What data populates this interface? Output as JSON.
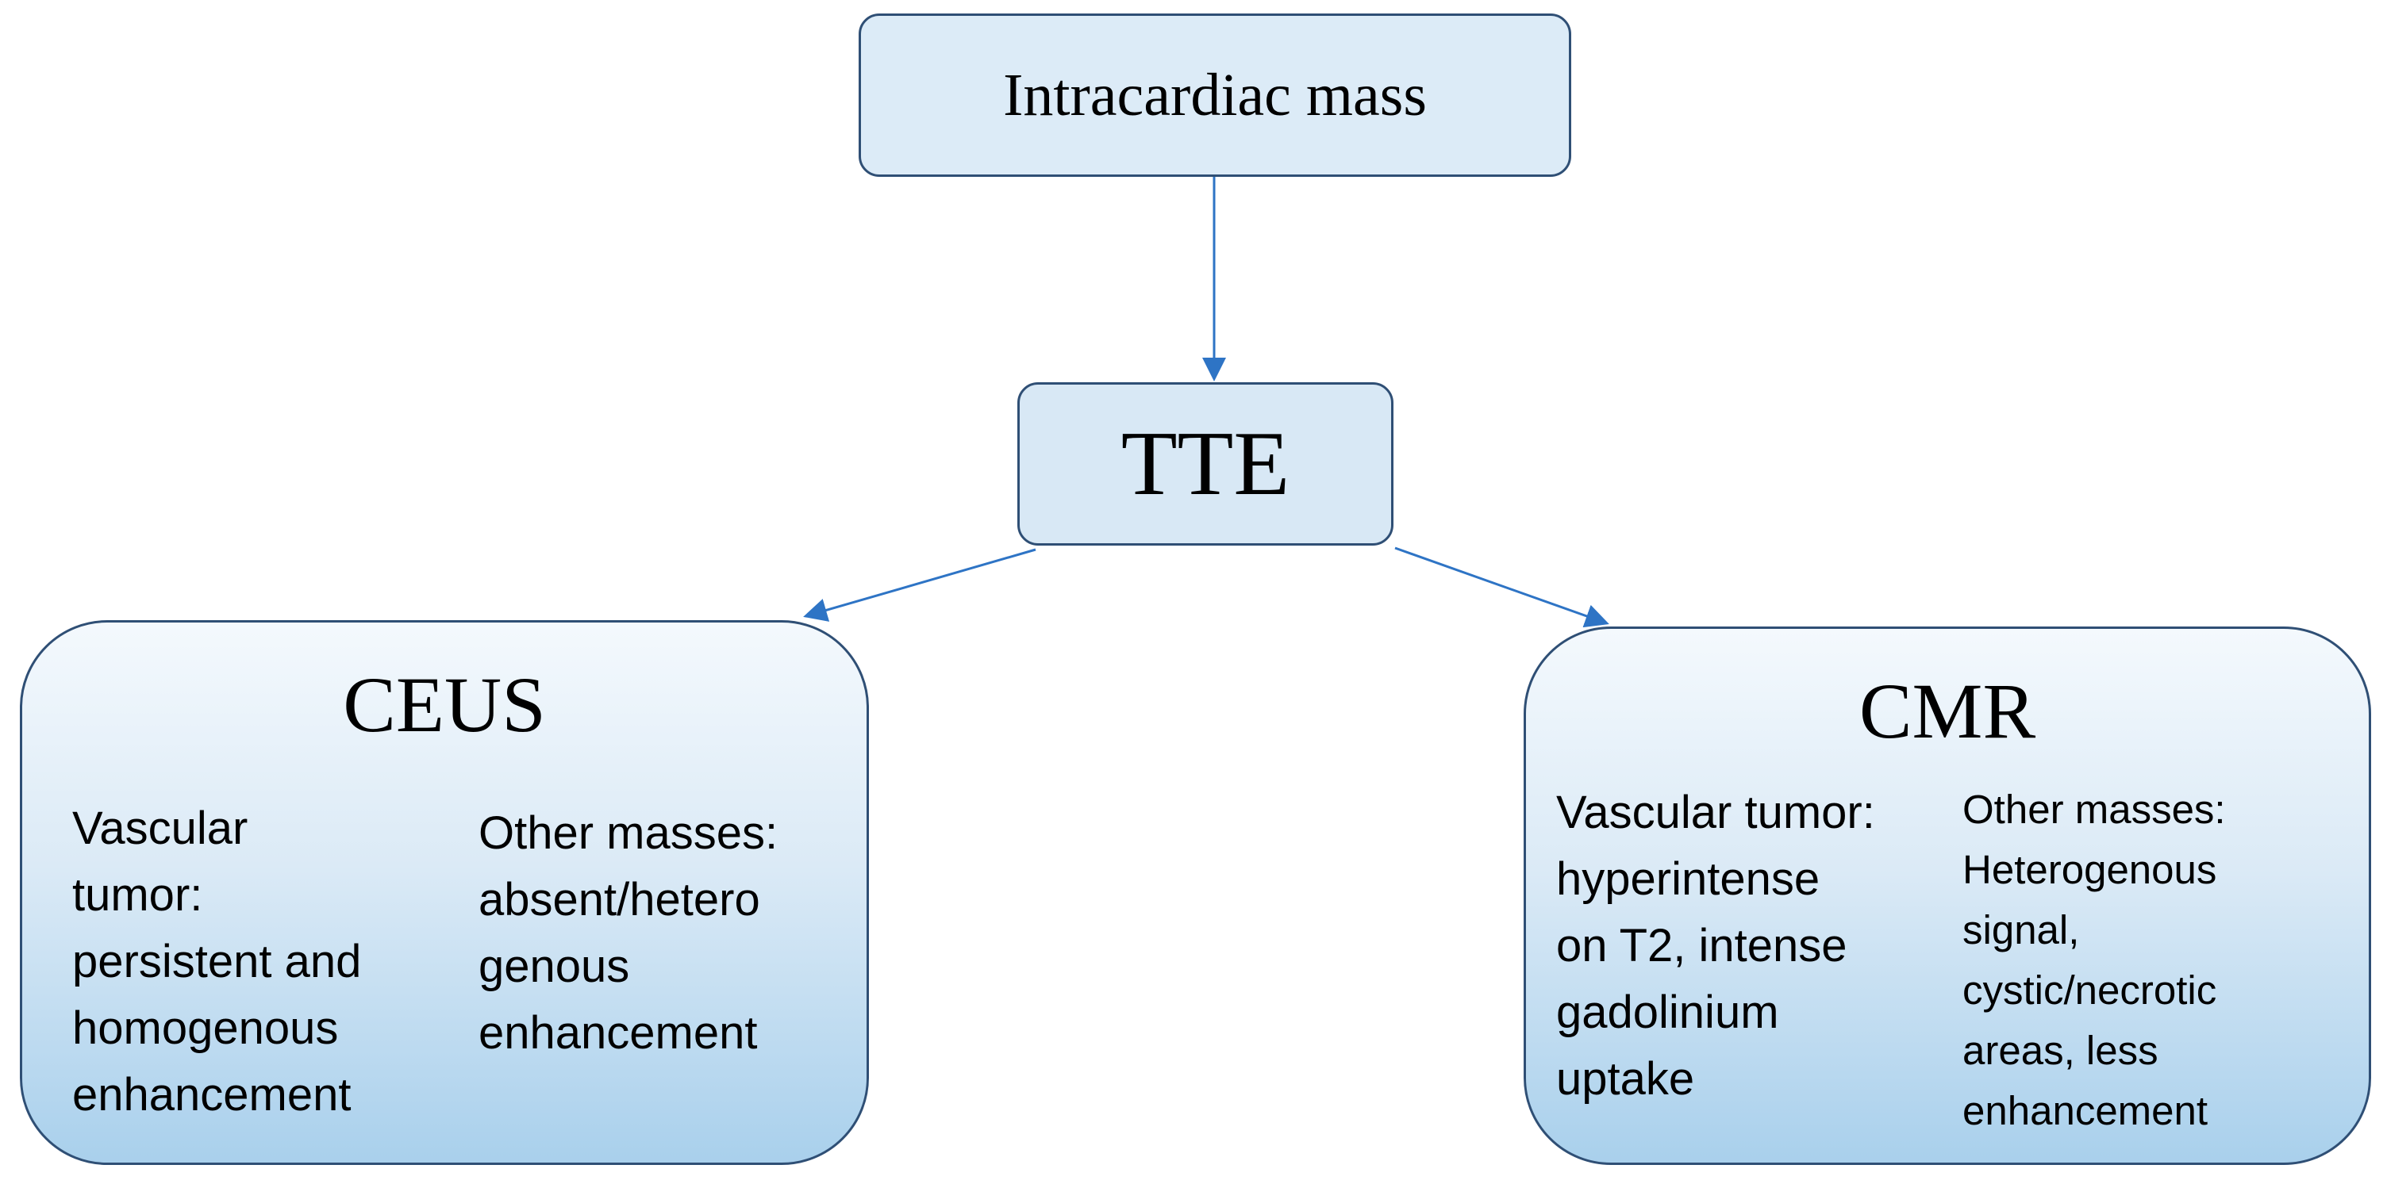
{
  "diagram": {
    "nodes": {
      "top": {
        "title": "Intracardiac mass"
      },
      "mid": {
        "title": "TTE"
      },
      "left": {
        "title": "CEUS",
        "columns": [
          {
            "text": "Vascular\ntumor:\npersistent and\nhomogenous\nenhancement"
          },
          {
            "text": "Other masses:\nabsent/hetero\ngenous\nenhancement"
          }
        ]
      },
      "right": {
        "title": "CMR",
        "columns": [
          {
            "text": "Vascular tumor:\nhyperintense\non T2, intense\ngadolinium\nuptake"
          },
          {
            "text": "Other masses:\nHeterogenous\nsignal,\ncystic/necrotic\nareas, less\nenhancement"
          }
        ]
      }
    },
    "edges": [
      {
        "from": "top",
        "to": "mid"
      },
      {
        "from": "mid",
        "to": "left"
      },
      {
        "from": "mid",
        "to": "right"
      }
    ],
    "colors": {
      "border": "#2f4f75",
      "arrow": "#2e74c5",
      "box_fill": "#dcebf7",
      "gradient_bottom": "#a9d0ec"
    }
  }
}
